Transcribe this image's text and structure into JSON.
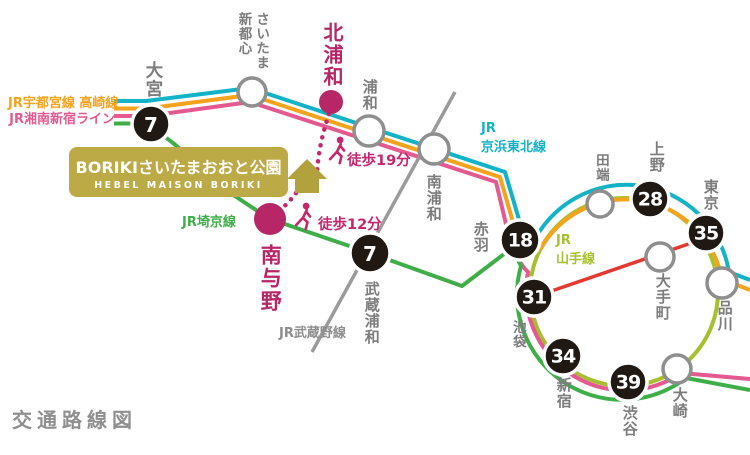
{
  "title": "交通路線図",
  "property_card": {
    "name": "BORIKIさいたまおおと公園",
    "subtitle": "HEBEL MAISON BORIKI"
  },
  "walk_routes": [
    {
      "minutes_label": "徒歩19分",
      "from": "北浦和"
    },
    {
      "minutes_label": "徒歩12分",
      "from": "南与野"
    }
  ],
  "line_labels": {
    "utsunomiya_takasaki": "JR宇都宮線 高崎線",
    "shonan_shinjuku": "JR湘南新宿ライン",
    "saikyo": "JR埼京線",
    "keihin_tohoku": "JR\n京浜東北線",
    "yamanote": "JR\n山手線",
    "musashino": "JR武蔵野線"
  },
  "colors": {
    "keihin_tohoku": "#12b3c7",
    "utsunomiya_takasaki": "#f5a21d",
    "shonan_shinjuku": "#e4598f",
    "saikyo": "#3fae49",
    "yamanote": "#a8bf2f",
    "musashino": "#9b9b9b",
    "marunouchi": "#e23a30",
    "highlight_magenta": "#b72767",
    "card_olive": "#bcaa47"
  },
  "stations": {
    "omiya": {
      "name": "大宮",
      "number": "7"
    },
    "saitama_shintoshin": {
      "name": "さいたま\n新都心"
    },
    "kita_urawa": {
      "name": "北浦和"
    },
    "urawa": {
      "name": "浦和"
    },
    "minami_urawa": {
      "name": "南浦和"
    },
    "minami_yono": {
      "name": "南与野"
    },
    "musashi_urawa": {
      "name": "武蔵浦和",
      "number": "7"
    },
    "akabane": {
      "name": "赤羽",
      "number": "18"
    },
    "tabata": {
      "name": "田端"
    },
    "ueno": {
      "name": "上野",
      "number": "28"
    },
    "tokyo": {
      "name": "東京",
      "number": "35"
    },
    "otemachi": {
      "name": "大手町"
    },
    "shinagawa": {
      "name": "品川"
    },
    "osaki": {
      "name": "大崎"
    },
    "shibuya": {
      "name": "渋谷",
      "number": "39"
    },
    "shinjuku": {
      "name": "新宿",
      "number": "34"
    },
    "ikebukuro": {
      "name": "池袋",
      "number": "31"
    }
  }
}
